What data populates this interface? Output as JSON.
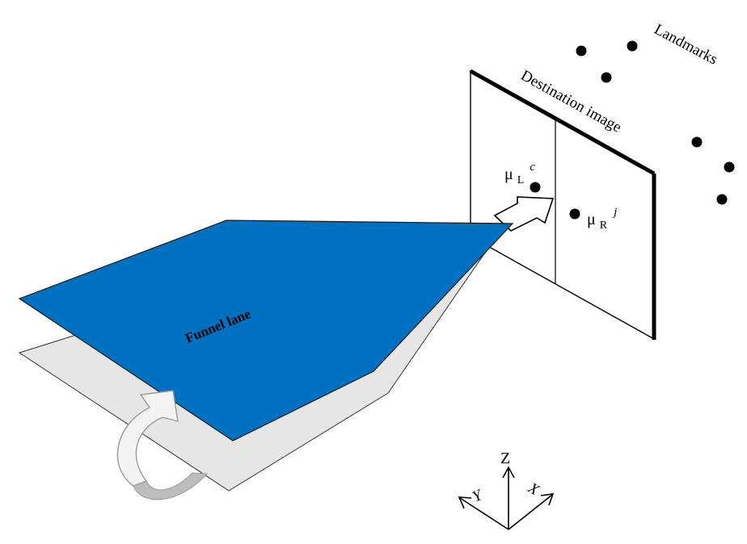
{
  "labels": {
    "landmarks": "Landmarks",
    "destination_image": "Destination image",
    "funnel_lane": "Funnel lane",
    "mu_left_base": "μ",
    "mu_left_sub": "L",
    "mu_left_sup": "c",
    "mu_right_base": "μ",
    "mu_right_sub": "R",
    "mu_right_sup": "j"
  },
  "axes": {
    "z": "Z",
    "x": "X",
    "y": "Y"
  },
  "colors": {
    "lane_fill": "#0070c0",
    "lower_sheet_fill": "#e6e6e6",
    "stroke": "#000000",
    "curved_arrow_fill": "#f4f4f4",
    "curved_arrow_shadow": "#bdbdbd"
  }
}
